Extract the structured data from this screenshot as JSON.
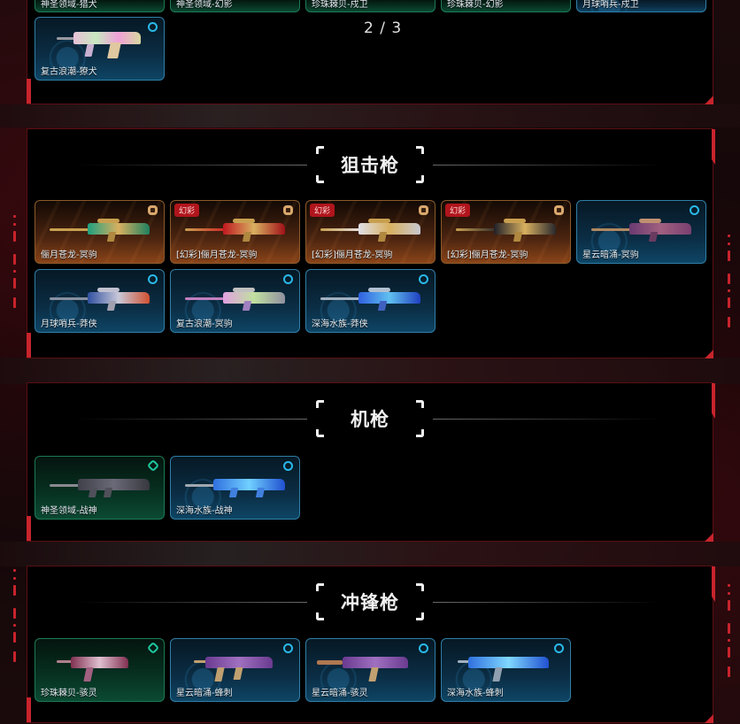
{
  "pagination": {
    "label": "2 / 3",
    "current": 2,
    "total": 3
  },
  "colors": {
    "accent_red": "#c8242c",
    "rarity_blue": "#29b9e8",
    "rarity_green": "#1fc7a0",
    "rarity_gold": "#d9a86c",
    "tag_red": "#b0151c"
  },
  "previous_section": {
    "partial_row": [
      {
        "name": "神圣领域-猎犬",
        "rarity": "green"
      },
      {
        "name": "神圣领域-幻影",
        "rarity": "green"
      },
      {
        "name": "珍珠棘贝-戍卫",
        "rarity": "green"
      },
      {
        "name": "珍珠棘贝-幻影",
        "rarity": "green"
      },
      {
        "name": "月球哨兵-戍卫",
        "rarity": "blue"
      }
    ],
    "items": [
      {
        "name": "复古浪潮-獠犬",
        "rarity": "blue",
        "icon": "ring-icon"
      }
    ]
  },
  "sections": [
    {
      "title": "狙击枪",
      "items": [
        {
          "name": "俪月苍龙-冥驹",
          "rarity": "gold",
          "tag": null
        },
        {
          "name": "[幻彩]俪月苍龙-冥驹",
          "rarity": "gold",
          "tag": "幻彩"
        },
        {
          "name": "[幻彩]俪月苍龙-冥驹",
          "rarity": "gold",
          "tag": "幻彩"
        },
        {
          "name": "[幻彩]俪月苍龙-冥驹",
          "rarity": "gold",
          "tag": "幻彩"
        },
        {
          "name": "星云暗涌-冥驹",
          "rarity": "blue",
          "tag": null
        },
        {
          "name": "月球哨兵-莽侠",
          "rarity": "blue",
          "tag": null
        },
        {
          "name": "复古浪潮-冥驹",
          "rarity": "blue",
          "tag": null
        },
        {
          "name": "深海水族-莽侠",
          "rarity": "blue",
          "tag": null
        }
      ]
    },
    {
      "title": "机枪",
      "items": [
        {
          "name": "神圣领域-战神",
          "rarity": "green",
          "tag": null
        },
        {
          "name": "深海水族-战神",
          "rarity": "blue",
          "tag": null
        }
      ]
    },
    {
      "title": "冲锋枪",
      "items": [
        {
          "name": "珍珠棘贝-骇灵",
          "rarity": "green",
          "tag": null
        },
        {
          "name": "星云暗涌-蜂刺",
          "rarity": "blue",
          "tag": null
        },
        {
          "name": "星云暗涌-骇灵",
          "rarity": "blue",
          "tag": null
        },
        {
          "name": "深海水族-蜂刺",
          "rarity": "blue",
          "tag": null
        }
      ]
    }
  ]
}
